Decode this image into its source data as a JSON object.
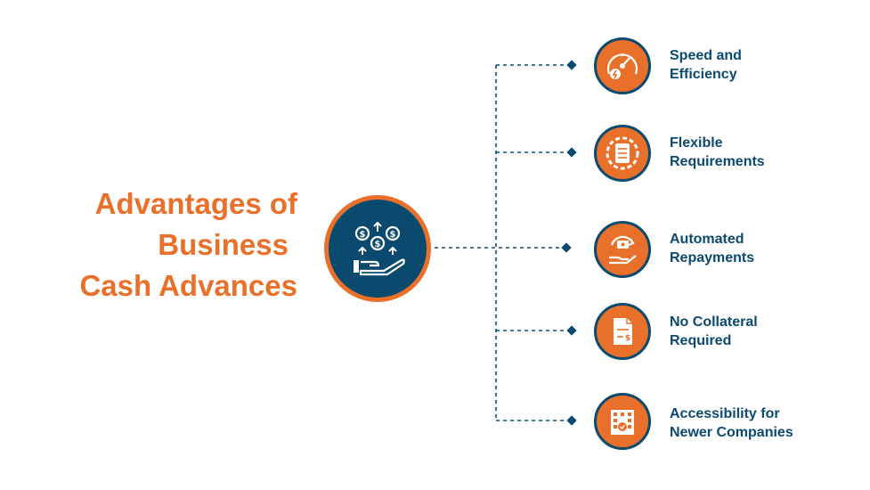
{
  "title": {
    "line1": "Advantages of",
    "line2": "Business",
    "line3": "Cash Advances"
  },
  "hub_icon": "hand-with-dollar-coins-icon",
  "items": [
    {
      "line1": "Speed and",
      "line2": "Efficiency",
      "icon": "speedometer-icon"
    },
    {
      "line1": "Flexible",
      "line2": "Requirements",
      "icon": "gear-checklist-icon"
    },
    {
      "line1": "Automated",
      "line2": "Repayments",
      "icon": "hand-refresh-money-icon"
    },
    {
      "line1": "No Collateral",
      "line2": "Required",
      "icon": "document-dollar-icon"
    },
    {
      "line1": "Accessibility for",
      "line2": "Newer Companies",
      "icon": "office-building-icon"
    }
  ],
  "colors": {
    "accent": "#e8702a",
    "primary": "#0b4a6f",
    "background": "#ffffff"
  }
}
